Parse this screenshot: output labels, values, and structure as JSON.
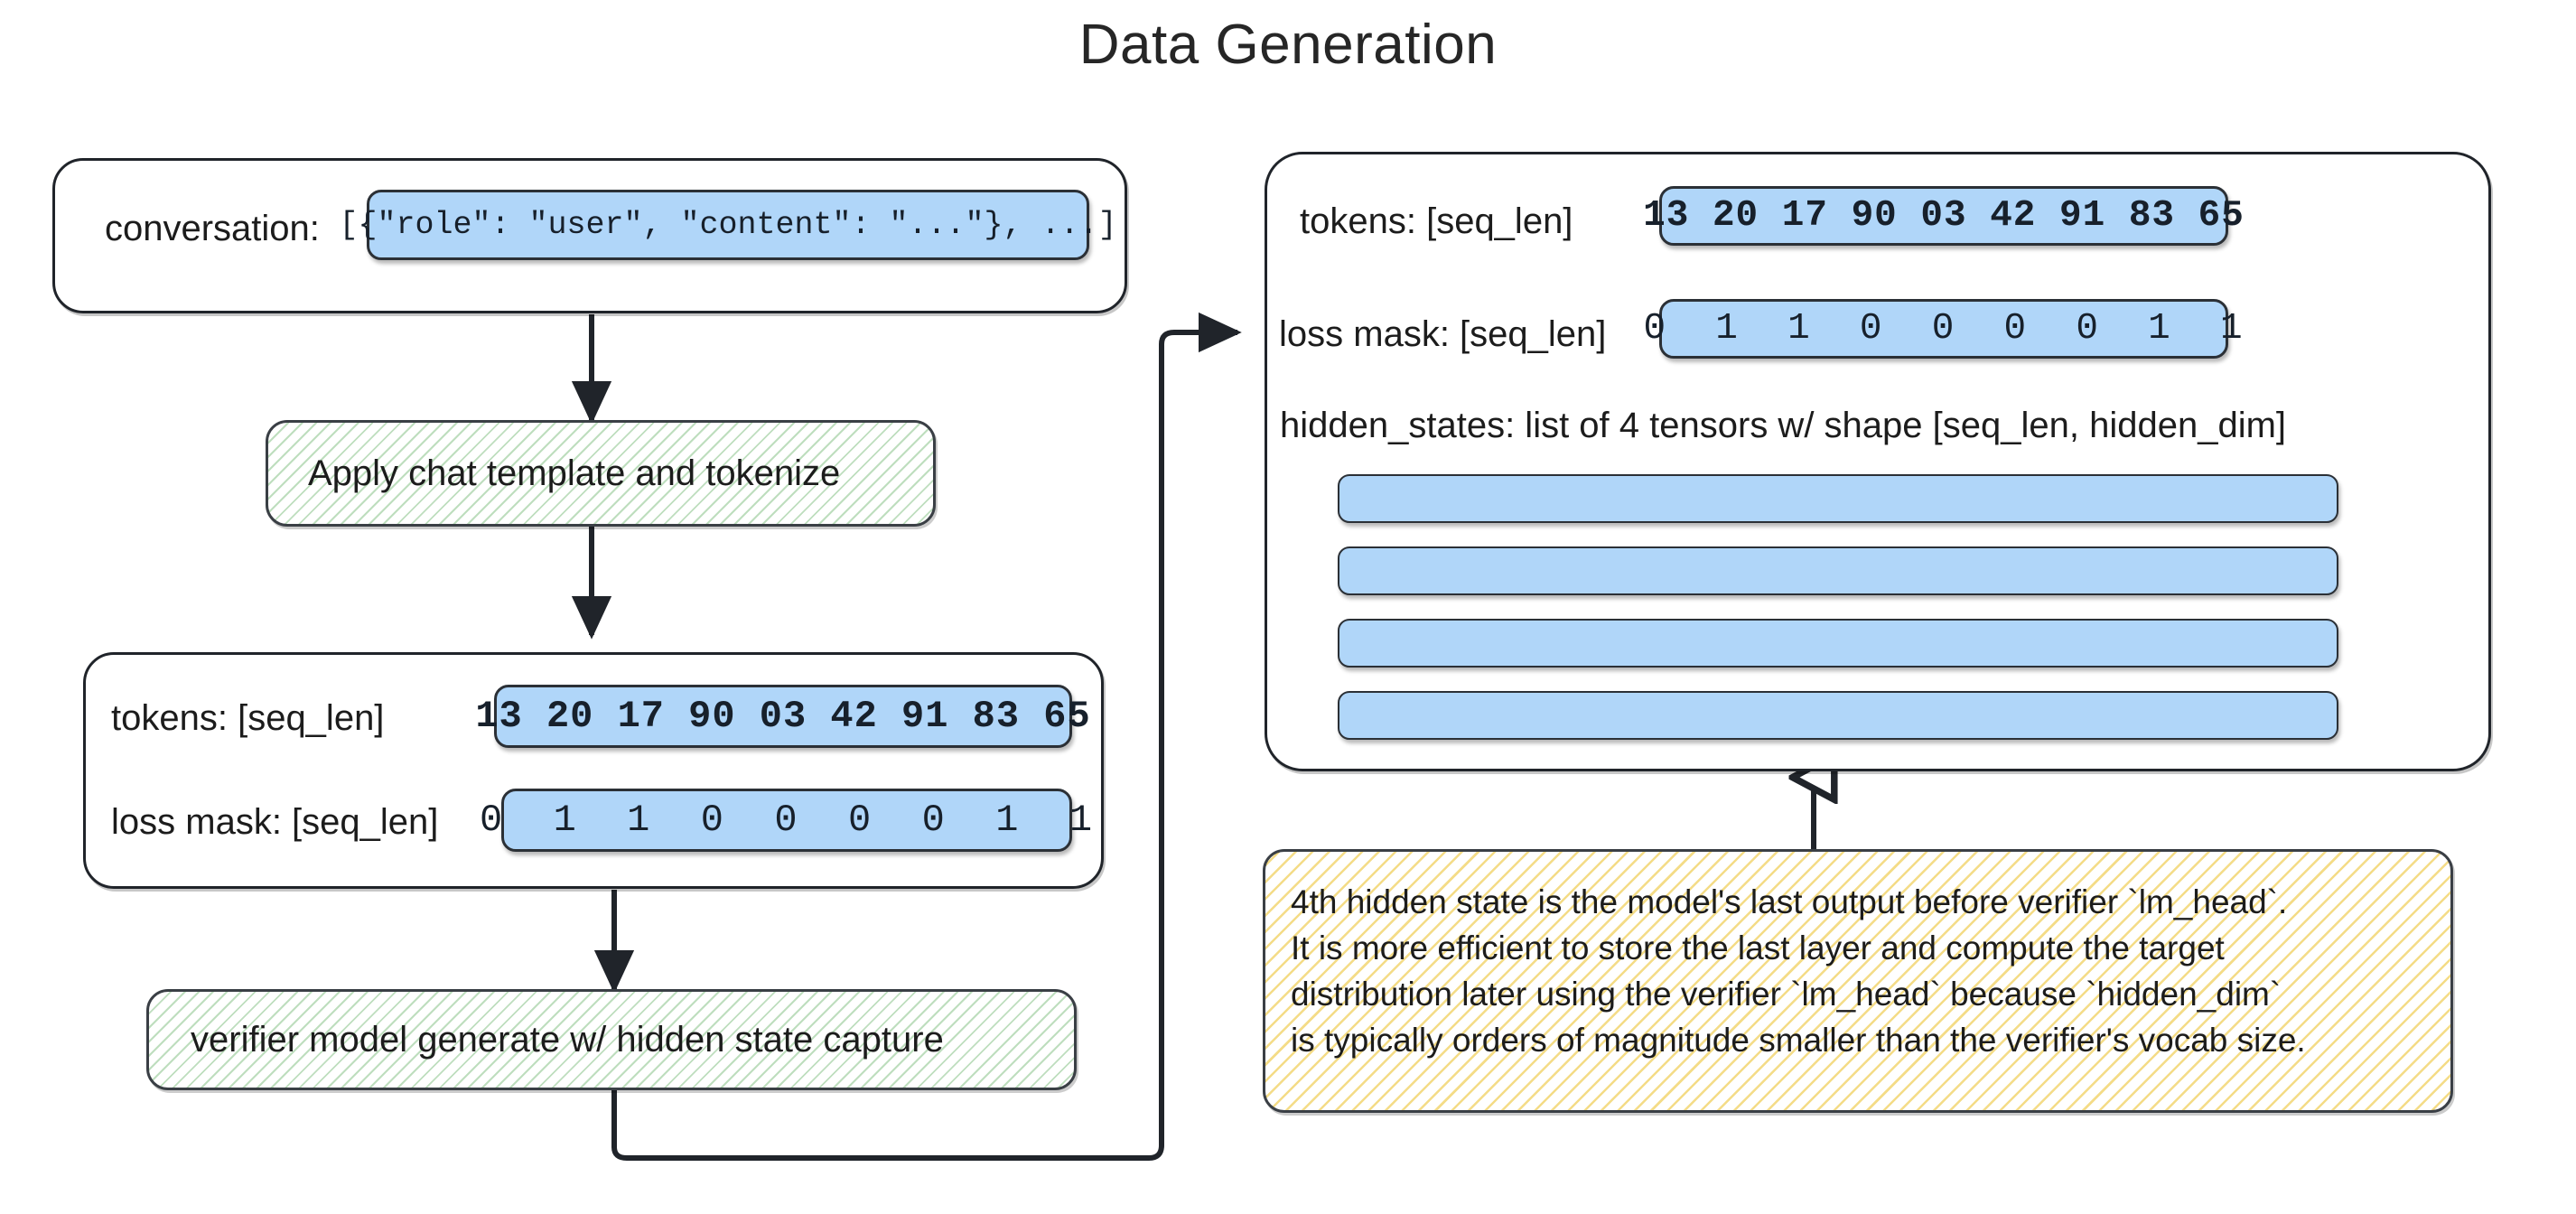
{
  "title": "Data Generation",
  "left_column": {
    "conversation_box": {
      "label": "conversation:",
      "value": "[{\"role\": \"user\", \"content\": \"...\"}, ...]"
    },
    "process_tokenize": {
      "label": "Apply chat template and tokenize"
    },
    "tokens_box": {
      "tokens_label": "tokens: [seq_len]",
      "tokens_value": "13 20 17 90 03 42 91 83 65",
      "loss_mask_label": "loss mask: [seq_len]",
      "loss_mask_value": "0  1  1  0  0  0  0  1  1"
    },
    "process_generate": {
      "label": "verifier model generate w/ hidden state capture"
    }
  },
  "right_column": {
    "output_box": {
      "tokens_label": "tokens: [seq_len]",
      "tokens_value": "13 20 17 90 03 42 91 83 65",
      "loss_mask_label": "loss mask: [seq_len]",
      "loss_mask_value": "0  1  1  0  0  0  0  1  1",
      "hidden_states_label": "hidden_states: list of 4 tensors w/ shape [seq_len, hidden_dim]",
      "hidden_state_bar_count": 4
    },
    "note": {
      "lines": [
        "4th hidden state is the model's last output before verifier `lm_head`.",
        "It is more efficient to store the last layer and compute the target",
        "distribution later using the verifier `lm_head` because `hidden_dim`",
        "is typically orders of magnitude smaller than the verifier's vocab size."
      ]
    }
  },
  "colors": {
    "blue_fill": "#b0d6f9",
    "stroke": "#20242a",
    "green_hatch": "#65b065",
    "yellow_hatch": "#edc63d",
    "background": "#ffffff",
    "text": "#1c1c1c"
  },
  "chart_data": {
    "type": "diagram",
    "title": "Data Generation",
    "nodes": [
      {
        "id": "conversation",
        "kind": "data-box",
        "text": "conversation: [{\"role\": \"user\", \"content\": \"...\"}, ...]"
      },
      {
        "id": "tokenize",
        "kind": "process",
        "text": "Apply chat template and tokenize"
      },
      {
        "id": "tokens",
        "kind": "data-box",
        "text": "tokens: [seq_len] / loss mask: [seq_len]"
      },
      {
        "id": "generate",
        "kind": "process",
        "text": "verifier model generate w/ hidden state capture"
      },
      {
        "id": "output",
        "kind": "data-box",
        "text": "tokens, loss mask, hidden_states"
      },
      {
        "id": "note",
        "kind": "note",
        "text": "4th hidden state explanation"
      }
    ],
    "edges": [
      {
        "from": "conversation",
        "to": "tokenize",
        "style": "solid-arrow"
      },
      {
        "from": "tokenize",
        "to": "tokens",
        "style": "solid-arrow"
      },
      {
        "from": "tokens",
        "to": "generate",
        "style": "solid-arrow"
      },
      {
        "from": "generate",
        "to": "output",
        "style": "elbow-arrow"
      },
      {
        "from": "note",
        "to": "output",
        "style": "hollow-arrow-up"
      }
    ]
  }
}
